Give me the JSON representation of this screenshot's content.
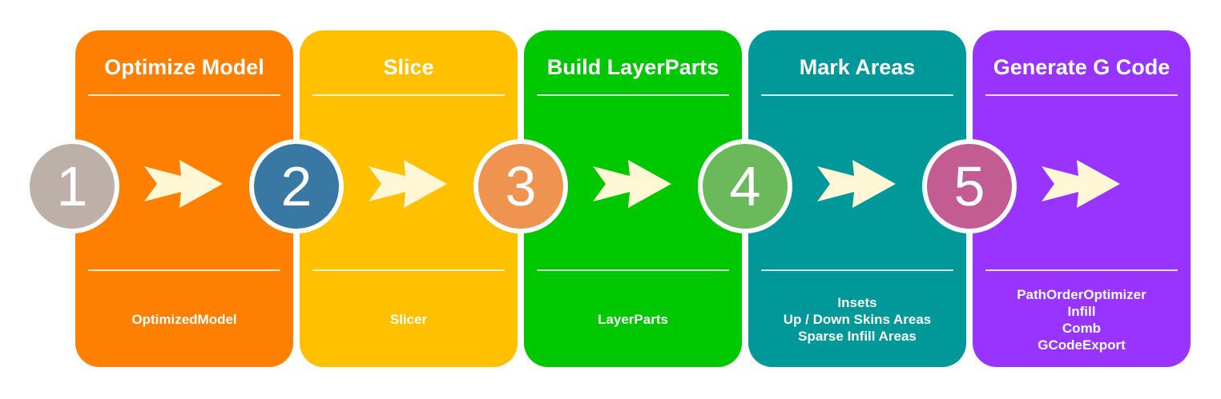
{
  "colors": {
    "stage_1": "#FF7F00",
    "stage_2": "#FFC000",
    "stage_3": "#00C800",
    "stage_4": "#009898",
    "stage_5": "#9933FF",
    "circle_1": "#BCB0A8",
    "circle_2": "#3A78A4",
    "circle_3": "#EE9450",
    "circle_4": "#6ABA5C",
    "circle_5": "#C45C94",
    "arrow": "#FFF7D5"
  },
  "stages": [
    {
      "step": "1",
      "title": "Optimize Model",
      "items": [
        "OptimizedModel"
      ]
    },
    {
      "step": "2",
      "title": "Slice",
      "items": [
        "Slicer"
      ]
    },
    {
      "step": "3",
      "title": "Build LayerParts",
      "items": [
        "LayerParts"
      ]
    },
    {
      "step": "4",
      "title": "Mark Areas",
      "items": [
        "Insets",
        "Up / Down Skins Areas",
        "Sparse Infill Areas"
      ]
    },
    {
      "step": "5",
      "title": "Generate G Code",
      "items": [
        "PathOrderOptimizer",
        "Infill",
        "Comb",
        "GCodeExport"
      ]
    }
  ]
}
